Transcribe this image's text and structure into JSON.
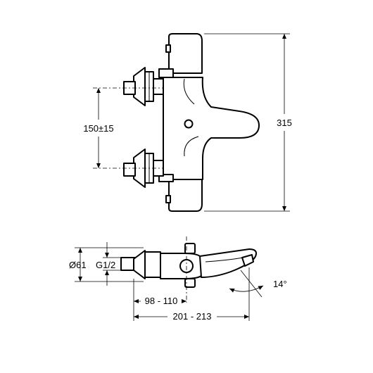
{
  "dimensions": {
    "height_total": "315",
    "inlet_spacing": "150±15",
    "diameter": "Ø61",
    "thread": "G1/2",
    "depth_to_axis": "98 - 110",
    "depth_total": "201 - 213",
    "spout_angle": "14°"
  },
  "colors": {
    "line": "#000000",
    "background": "#ffffff"
  }
}
